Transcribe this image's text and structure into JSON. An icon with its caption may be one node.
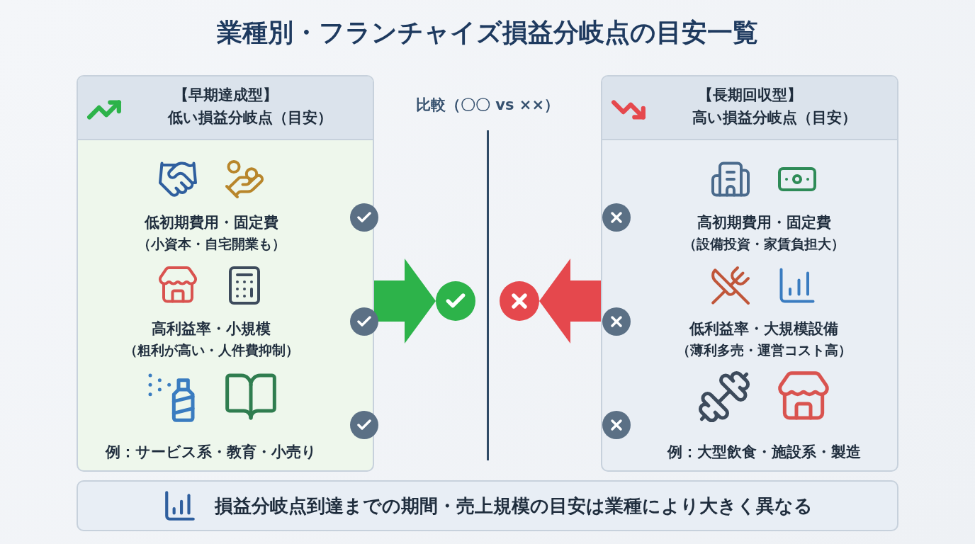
{
  "diagram": {
    "title": "業種別・フランチャイズ損益分岐点の目安一覧",
    "nodes": [
      {
        "text": [
          "【早期達成型】",
          "低い損益分岐点（目安）"
        ]
      },
      {
        "text": [
          "低初期費用・固定費",
          "（小資本・自宅開業も）"
        ],
        "in": 0
      },
      {
        "text": [
          "高利益率・小規模",
          "（粗利が高い・人件費抑制）"
        ],
        "in": 0
      },
      {
        "text": [
          "例：サービス系・教育・小売り"
        ],
        "in": 0
      },
      {
        "text": [
          "【長期回収型】",
          "高い損益分岐点（目安）"
        ]
      },
      {
        "text": [
          "高初期費用・固定費",
          "（設備投資・家賃負担大）"
        ],
        "in": 4
      },
      {
        "text": [
          "低利益率・大規模設備",
          "（薄利多売・運営コスト高）"
        ],
        "in": 4
      },
      {
        "text": [
          "例：大型飲食・施設系・製造"
        ],
        "in": 4
      },
      {
        "text": [],
        "shape": "circle"
      },
      {
        "text": [],
        "shape": "circle"
      },
      {
        "text": [
          "損益分岐点到達までの期間・売上規模の目安は業種により大きく異なる"
        ]
      }
    ],
    "edges": [
      {
        "from": 0,
        "to": 8,
        "arrow": "to",
        "color": "#2db34a"
      },
      {
        "from": 4,
        "to": 9,
        "arrow": "to",
        "color": "#e5484d"
      }
    ],
    "labels": [
      "比較（〇〇 vs ××）"
    ]
  }
}
